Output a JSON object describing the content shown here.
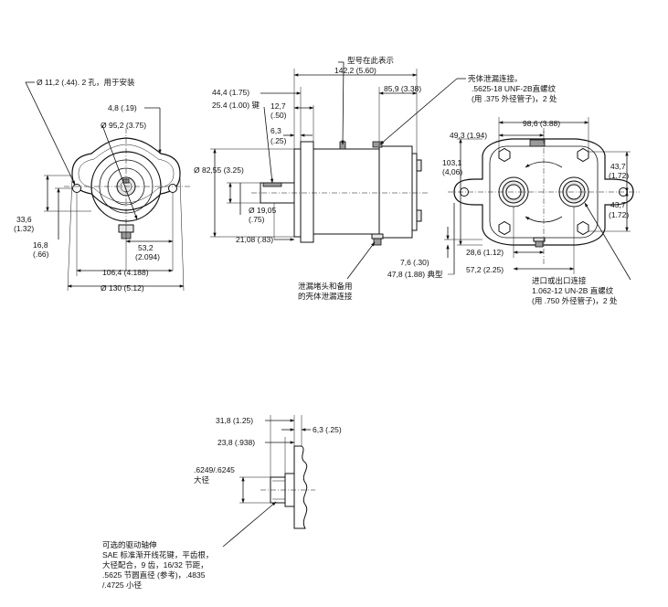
{
  "labels": {
    "mount_hole": "Ø 11,2 (.44). 2 孔，用于安装",
    "dim_4_8": "4,8 (.19)",
    "pilot_dia": "Ø 95,2 (3.75)",
    "dim_33_6_a": "33,6",
    "dim_33_6_b": "(1.32)",
    "dim_16_8_a": "16,8",
    "dim_16_8_b": "(.66)",
    "dim_53_2_a": "53,2",
    "dim_53_2_b": "(2.094)",
    "dim_106_4": "106,4 (4.188)",
    "dim_130": "Ø 130 (5.12)",
    "model_here": "型号在此表示",
    "dim_142_2": "142,2 (5.60)",
    "dim_44_4": "44,4 (1.75)",
    "dim_85_9": "85,9 (3.38)",
    "key": "25.4 (1.00) 键",
    "dim_12_7_a": "12,7",
    "dim_12_7_b": "(.50)",
    "dim_6_3_a": "6,3",
    "dim_6_3_b": "(.25)",
    "dim_82_55": "Ø 82,55 (3.25)",
    "dim_19_05_a": "Ø 19,05",
    "dim_19_05_b": "(.75)",
    "dim_21_08": "21,08 (.83)",
    "drain_plug_a": "泄漏堵头和备用",
    "drain_plug_b": "的壳体泄漏连接",
    "case_drain_1": "壳体泄漏连接。",
    "case_drain_2": ".5625-18 UNF-2B直螺纹",
    "case_drain_3": "(用 .375 外径管子)，2 处",
    "dim_98_6": "98,6 (3.88)",
    "dim_49_3": "49,3 (1.94)",
    "dim_103_1_a": "103,1",
    "dim_103_1_b": "(4,06)",
    "dim_43_7_a1": "43,7",
    "dim_43_7_b1": "(1.72)",
    "dim_43_7_a2": "43,7",
    "dim_43_7_b2": "(1.72)",
    "dim_7_6": "7,6 (.30)",
    "dim_28_6": "28,6 (1.12)",
    "dim_47_8": "47,8 (1.88) 典型",
    "dim_57_2": "57,2 (2.25)",
    "port_1": "进口或出口连接",
    "port_2": "1.062-12 UN-2B 直螺纹",
    "port_3": "(用 .750 外径管子)，2 处",
    "dim_31_8": "31,8 (1.25)",
    "dim_6_3_c": "6,3 (.25)",
    "dim_23_8": "23,8 (.938)",
    "major_dia_1": ".6249/.6245",
    "major_dia_2": "大径",
    "spline_1": "可选的驱动轴伸",
    "spline_2": "SAE 标准渐开线花键，平齿根，",
    "spline_3": "大径配合，9 齿，16/32 节距，",
    "spline_4": ".5625 节圆直径 (参考)，.4835",
    "spline_5": "/.4725 小径"
  }
}
